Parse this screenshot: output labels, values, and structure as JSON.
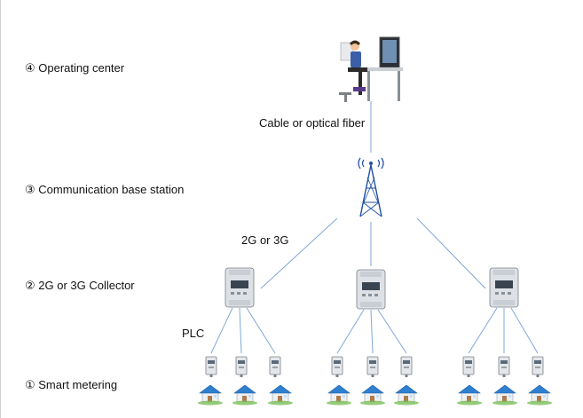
{
  "levels": {
    "operating_center": "④ Operating center",
    "base_station": "③ Communication base station",
    "collector": "② 2G or 3G Collector",
    "smart_metering": "① Smart metering"
  },
  "connections": {
    "backhaul": "Cable or optical fiber",
    "wireless": "2G or 3G",
    "powerline": "PLC"
  },
  "groups": [
    {
      "meters": 3,
      "houses": 3
    },
    {
      "meters": 3,
      "houses": 3
    },
    {
      "meters": 3,
      "houses": 3
    }
  ],
  "colors": {
    "wire": "#7fa7d9",
    "tower": "#1f4fa0",
    "house_roof": "#2f7fd0",
    "device_body": "#d9dde2"
  }
}
